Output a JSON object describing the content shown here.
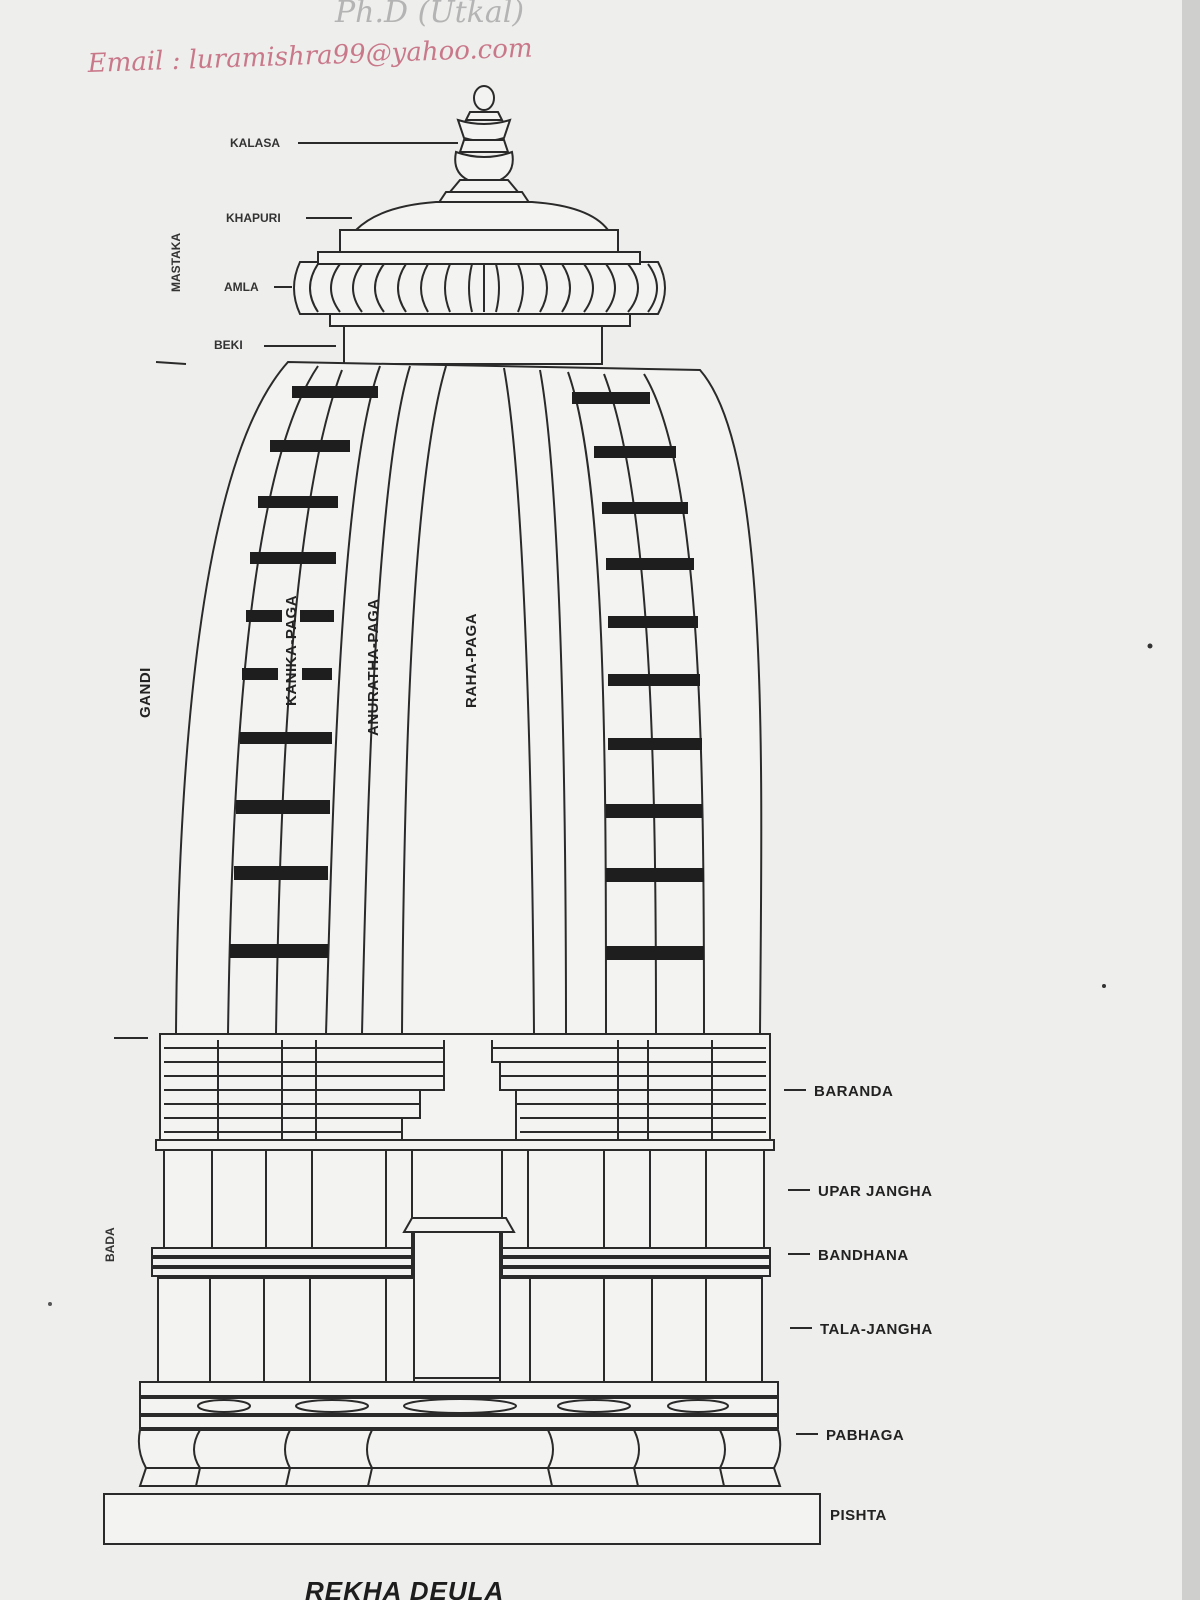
{
  "handwriting": {
    "degree": "Ph.D (Utkal)",
    "email": "Email : luramishra99@yahoo.com"
  },
  "labels": {
    "kalasa": "KALASA",
    "khapuri": "KHAPURI",
    "amla": "AMLA",
    "beki": "BEKI",
    "mastaka": "MASTAKA",
    "gandi": "GANDI",
    "kanika_paga": "KANIKA-PAGA",
    "anuratha_paga": "ANURATHA-PAGA",
    "raha_paga": "RAHA-PAGA",
    "baranda": "BARANDA",
    "upar_jangha": "UPAR JANGHA",
    "bada": "BADA",
    "bandhana": "BANDHANA",
    "tala_jangha": "TALA-JANGHA",
    "pabhaga": "PABHAGA",
    "pishta": "PISHTA"
  },
  "title": "REKHA DEULA",
  "colors": {
    "paper": "#f3f3f1",
    "ink": "#2a2a2a",
    "handwriting": "#c9788a"
  }
}
